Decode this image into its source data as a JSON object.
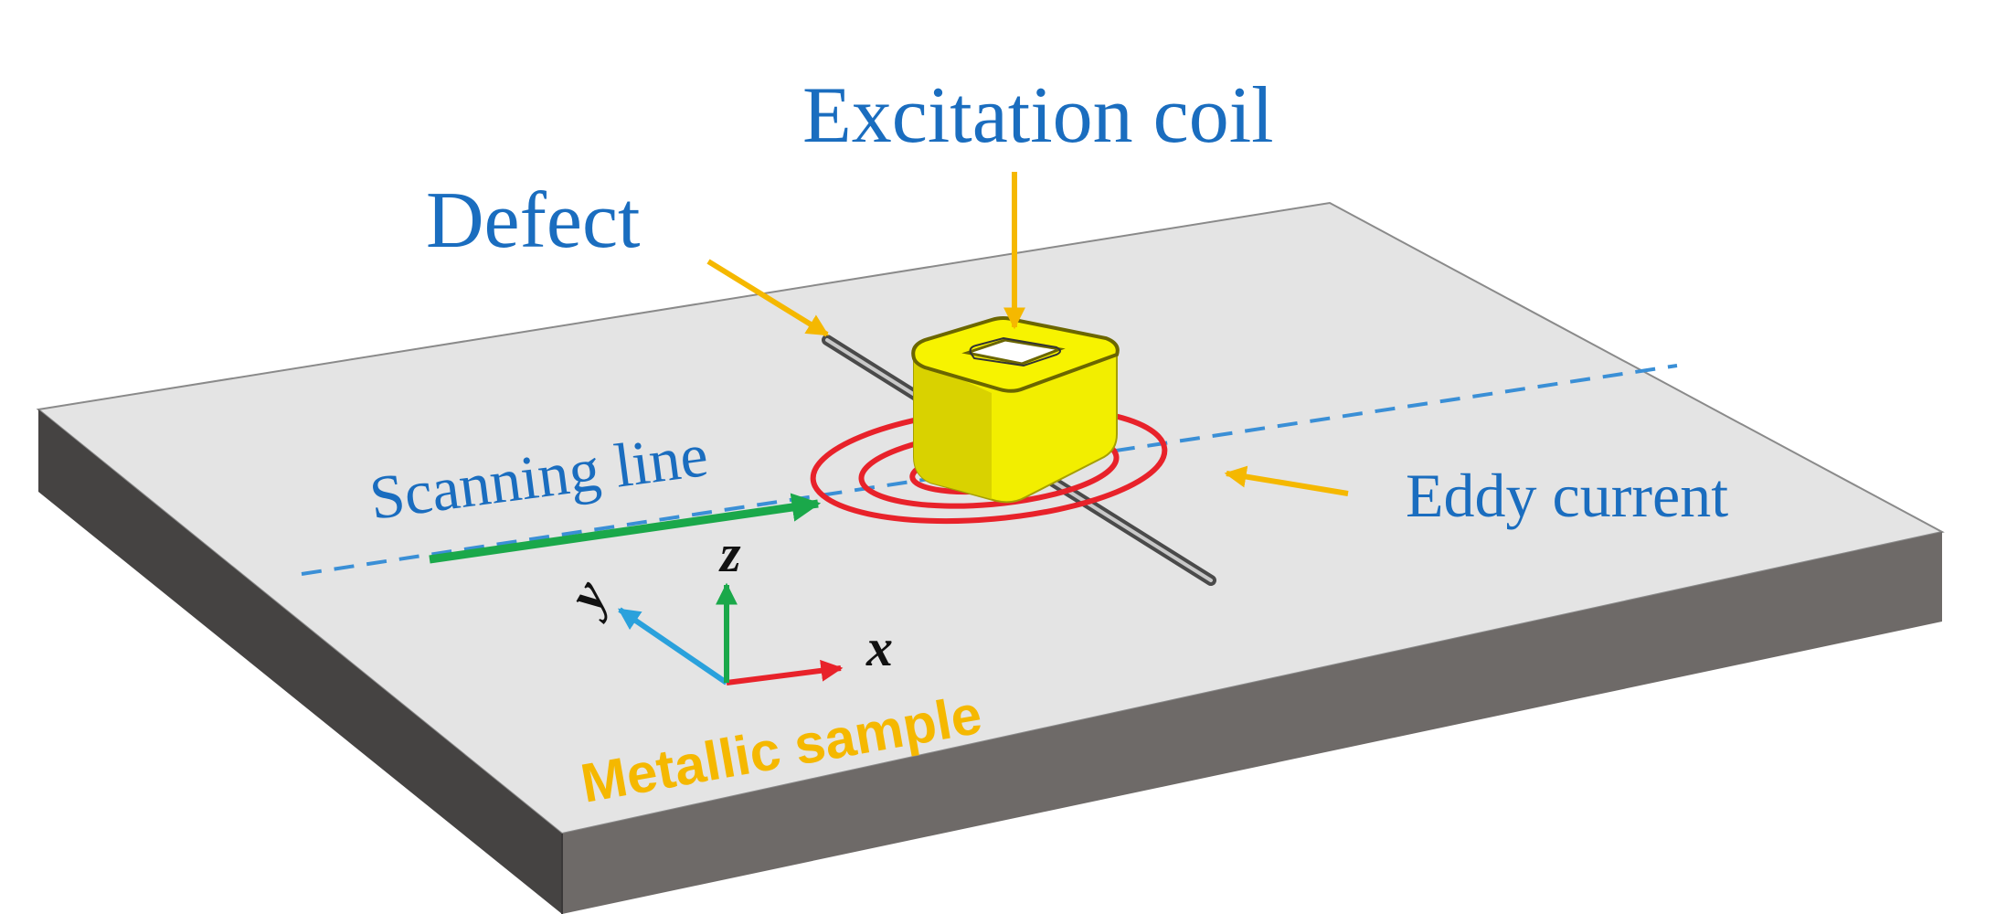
{
  "labels": {
    "excitation_coil": "Excitation coil",
    "defect": "Defect",
    "scanning_line": "Scanning line",
    "eddy_current": "Eddy current",
    "metallic_sample": "Metallic sample"
  },
  "axes": {
    "x": "x",
    "y": "y",
    "z": "z"
  },
  "colors": {
    "label_blue": "#1a6dbf",
    "label_orange": "#f5b800",
    "arrow_orange": "#f5b800",
    "plate_top": "#e4e4e4",
    "plate_front": "#6e6a68",
    "plate_side": "#454342",
    "coil_yellow": "#f2ee00",
    "eddy_red": "#e8222a",
    "scan_green": "#1aa84a",
    "scan_dash": "#3a8fd6",
    "axis_x": "#e8222a",
    "axis_y": "#2aa1dc",
    "axis_z": "#1aa84a"
  }
}
